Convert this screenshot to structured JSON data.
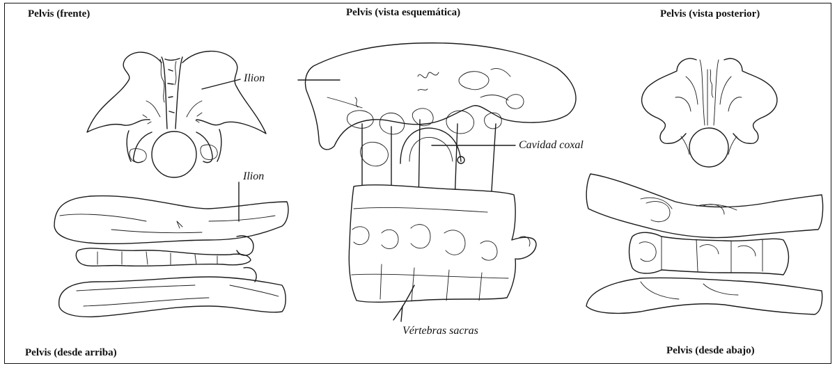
{
  "labels": {
    "front": "Pelvis (frente)",
    "schematic": "Pelvis (vista esquemática)",
    "posterior": "Pelvis (vista posterior)",
    "top": "Pelvis (desde arriba)",
    "bottom": "Pelvis (desde abajo)"
  },
  "annotations": {
    "ilion_1": "Ilion",
    "ilion_2": "Ilion",
    "cavidad": "Cavidad coxal",
    "vertebras": "Vértebras sacras"
  }
}
